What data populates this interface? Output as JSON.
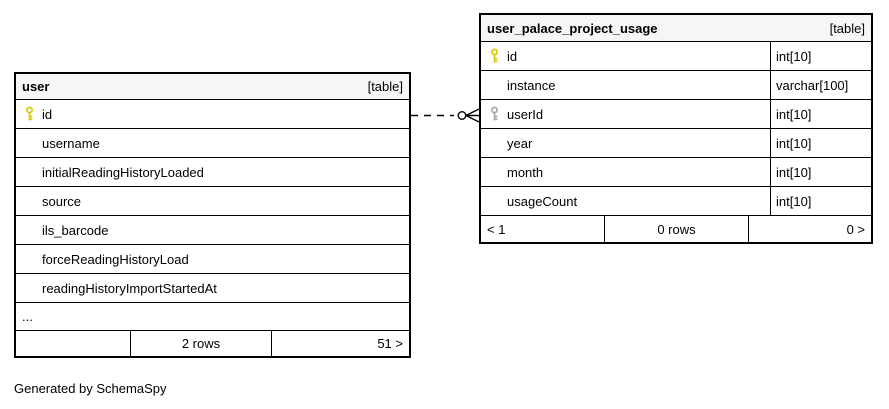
{
  "footer_note": "Generated by SchemaSpy",
  "colors": {
    "header_bg": "#f6f6f6",
    "border": "#000000",
    "primary_key_icon": "#d9cb00",
    "foreign_key_icon": "#a8a8a8"
  },
  "relationship": {
    "from": "user.id",
    "to": "user_palace_project_usage.userId",
    "style": "dashed-zero-or-many"
  },
  "tables": [
    {
      "name": "user",
      "badge": "[table]",
      "columns": [
        {
          "name": "id",
          "key": "primary"
        },
        {
          "name": "username",
          "key": ""
        },
        {
          "name": "initialReadingHistoryLoaded",
          "key": ""
        },
        {
          "name": "source",
          "key": ""
        },
        {
          "name": "ils_barcode",
          "key": ""
        },
        {
          "name": "forceReadingHistoryLoad",
          "key": ""
        },
        {
          "name": "readingHistoryImportStartedAt",
          "key": ""
        }
      ],
      "truncated_indicator": "...",
      "footer": {
        "prev": "",
        "rows": "2 rows",
        "next": "51 >"
      }
    },
    {
      "name": "user_palace_project_usage",
      "badge": "[table]",
      "columns": [
        {
          "name": "id",
          "type": "int[10]",
          "key": "primary"
        },
        {
          "name": "instance",
          "type": "varchar[100]",
          "key": ""
        },
        {
          "name": "userId",
          "type": "int[10]",
          "key": "foreign"
        },
        {
          "name": "year",
          "type": "int[10]",
          "key": ""
        },
        {
          "name": "month",
          "type": "int[10]",
          "key": ""
        },
        {
          "name": "usageCount",
          "type": "int[10]",
          "key": ""
        }
      ],
      "footer": {
        "prev": "< 1",
        "rows": "0 rows",
        "next": "0 >"
      }
    }
  ]
}
